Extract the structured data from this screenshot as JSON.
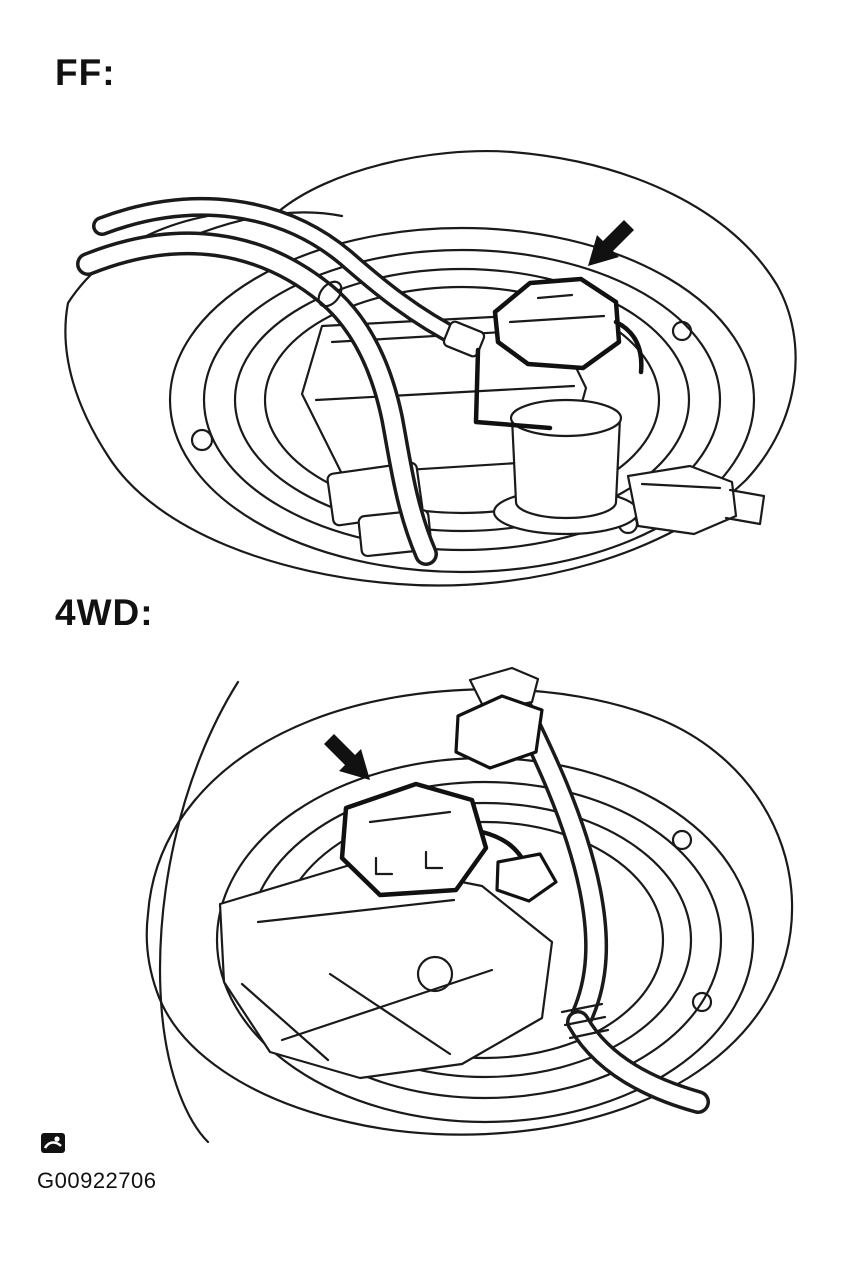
{
  "diagram": {
    "sections": [
      {
        "label": "FF:"
      },
      {
        "label": "4WD:"
      }
    ],
    "footer": {
      "figure_id": "G00922706",
      "logo_icon": "publisher-logo-icon"
    },
    "colors": {
      "ink": "#1a1a1a",
      "background": "#ffffff",
      "arrow_fill": "#111111"
    }
  }
}
